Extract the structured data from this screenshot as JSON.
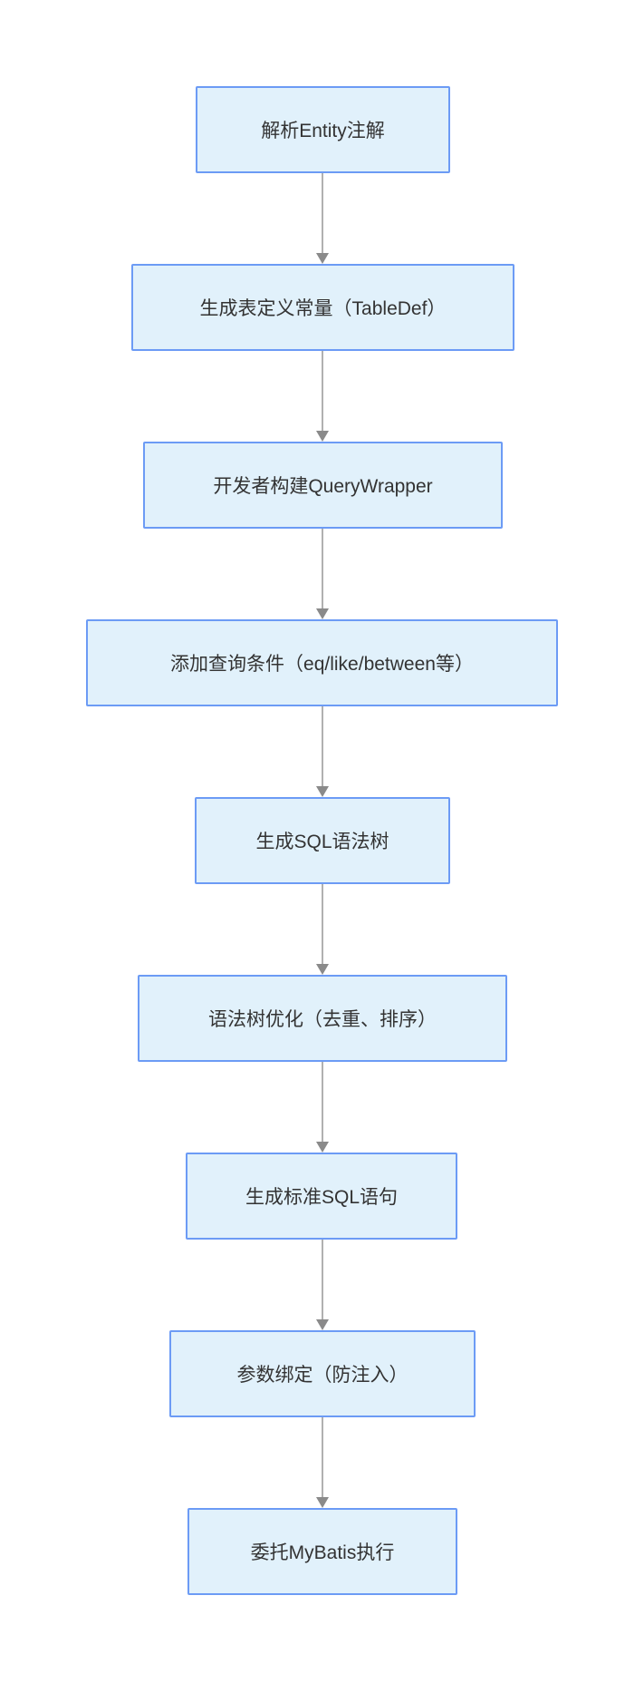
{
  "diagram": {
    "type": "flowchart",
    "direction": "top-down",
    "colors": {
      "background": "#ffffff",
      "node_fill": "#e1f1fb",
      "node_border": "#6c9bf5",
      "text": "#333333",
      "arrow_line": "#b0b0b0",
      "arrow_head": "#8a8a8a"
    },
    "nodes": [
      {
        "id": 1,
        "label": "解析Entity注解"
      },
      {
        "id": 2,
        "label": "生成表定义常量（TableDef）"
      },
      {
        "id": 3,
        "label": "开发者构建QueryWrapper"
      },
      {
        "id": 4,
        "label": "添加查询条件（eq/like/between等）"
      },
      {
        "id": 5,
        "label": "生成SQL语法树"
      },
      {
        "id": 6,
        "label": "语法树优化（去重、排序）"
      },
      {
        "id": 7,
        "label": "生成标准SQL语句"
      },
      {
        "id": 8,
        "label": "参数绑定（防注入）"
      },
      {
        "id": 9,
        "label": "委托MyBatis执行"
      }
    ],
    "edges": [
      {
        "from": 1,
        "to": 2
      },
      {
        "from": 2,
        "to": 3
      },
      {
        "from": 3,
        "to": 4
      },
      {
        "from": 4,
        "to": 5
      },
      {
        "from": 5,
        "to": 6
      },
      {
        "from": 6,
        "to": 7
      },
      {
        "from": 7,
        "to": 8
      },
      {
        "from": 8,
        "to": 9
      }
    ]
  }
}
